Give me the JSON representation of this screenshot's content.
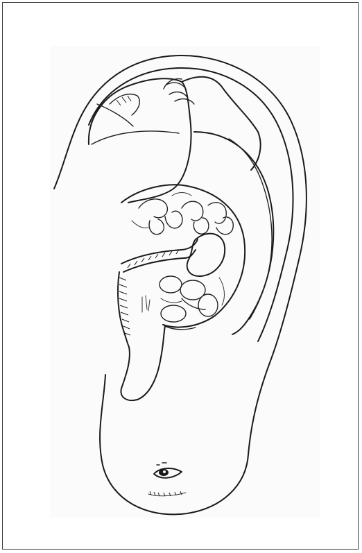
{
  "figure": {
    "subject": "ear-with-inverted-fetus-projection",
    "colors": {
      "ink": "#1a1a1a",
      "paper": "#ffffff",
      "panel": "#fbfbfb",
      "frame": "#3a3a3a"
    },
    "regions": [
      "helix-outline",
      "antihelix-fold",
      "fetus-buttocks-and-legs",
      "fetus-hands",
      "concha-organs",
      "stomach",
      "intestines",
      "heart-lung-cluster",
      "ear-canal",
      "antitragus",
      "earlobe",
      "eye-in-lobe"
    ]
  }
}
